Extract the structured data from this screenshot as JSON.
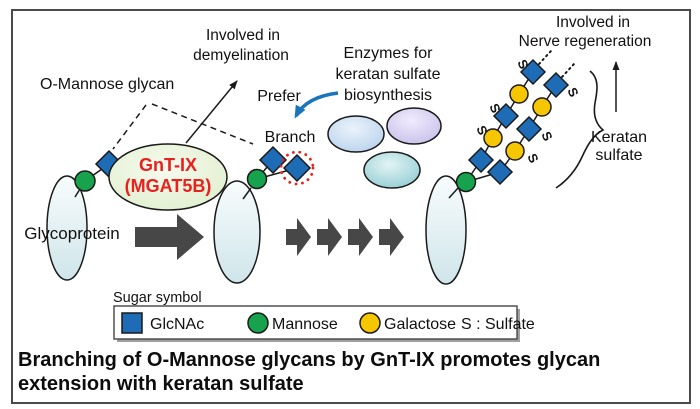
{
  "colors": {
    "glcnac_blue": "#1e6cb5",
    "mannose_green": "#17a34d",
    "galactose_yellow": "#f6c700",
    "accent_red": "#e8201e",
    "accent_blue": "#1b75bc",
    "arrow_gray": "#474747"
  },
  "labels": {
    "o_mannose_glycan": "O-Mannose glycan",
    "demyelination_line1": "Involved in",
    "demyelination_line2": "demyelination",
    "prefer": "Prefer",
    "branch": "Branch",
    "enzymes_line1": "Enzymes for",
    "enzymes_line2": "keratan sulfate",
    "enzymes_line3": "biosynthesis",
    "nerve_line1": "Involved in",
    "nerve_line2": "Nerve regeneration",
    "keratan_line1": "Keratan",
    "keratan_line2": "sulfate",
    "glycoprotein": "Glycoprotein",
    "gnt9_line1": "GnT-IX",
    "gnt9_line2": "(MGAT5B)",
    "sulfate_letter": "S"
  },
  "legend": {
    "title": "Sugar symbol",
    "glcnac": "GlcNAc",
    "mannose": "Mannose",
    "galactose": "Galactose",
    "sulfate": "S : Sulfate"
  },
  "caption": {
    "line1": "Branching of O-Mannose glycans by GnT-IX promotes glycan",
    "line2": "extension with keratan sulfate"
  }
}
